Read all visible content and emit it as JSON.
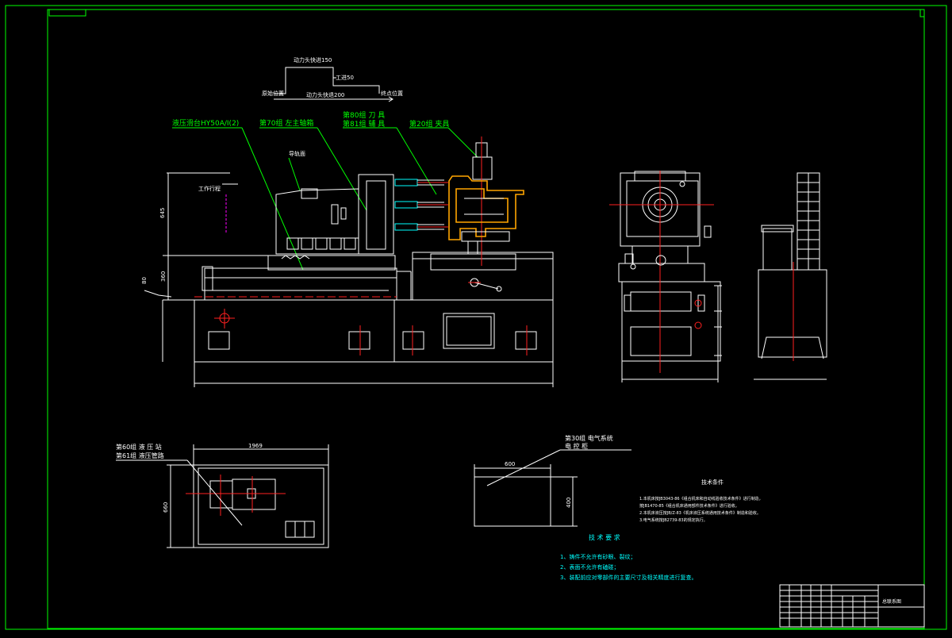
{
  "colors": {
    "background": "#000000",
    "frame": "#00ff00",
    "outline": "#ffffff",
    "accent": "#ffff00",
    "centerline": "#ff2020",
    "highlight": "#00ffff",
    "fixture": "#ffa500"
  },
  "cycle_diagram": {
    "top_label": "动力头快进150",
    "work_feed": "工进50",
    "left_label": "原始位置",
    "bottom_label": "动力头快退200",
    "right_label": "终点位置"
  },
  "callouts": {
    "slide_table": "液压滑台HY50A/I(2)",
    "spindle_box": "第70组 左主轴箱",
    "tools_1": "第80组 刀 具",
    "tools_2": "第81组 辅 具",
    "fixture": "第20组 夹具",
    "hydraulic_1": "第60组 液 压 站",
    "hydraulic_2": "第61组 液压管路",
    "electrical_1": "第30组 电气系统",
    "electrical_2": "电 控 柜"
  },
  "front_view": {
    "travel_label": "工作行程",
    "dim_height_upper": "645",
    "dim_height_lower": "360",
    "dim_side": "80"
  },
  "hydraulic_station": {
    "dim_length": "1969",
    "dim_width": "660"
  },
  "electrical_cabinet": {
    "dim_width": "600",
    "dim_height": "400"
  },
  "tech_notes": {
    "title": "技术条件",
    "lines": [
      "1.本机床按JB3043-86《组合机床和自动线验收技术条件》进行制造，",
      "  按JB1470-85《组合机床通用部件技术条件》进行验收。",
      "2.本机床液压按JB/Z-83《机床液压系统通用技术条件》制造和验收。",
      "3.电气系统按JB2739-83的规定执行。"
    ]
  },
  "tech_requirements": {
    "title": "技 术 要 求",
    "lines": [
      "1、铸件不允许有砂眼、裂纹；",
      "2、表面不允许有磕碰；",
      "3、装配前应对零部件的主要尺寸及相关精度进行复查。"
    ]
  },
  "title_block": {
    "name": "总联系图"
  }
}
